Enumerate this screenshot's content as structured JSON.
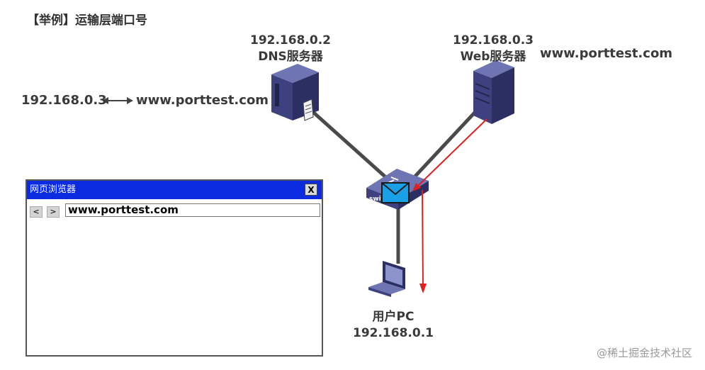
{
  "title": "【举例】运输层端口号",
  "dns_server": {
    "ip": "192.168.0.2",
    "name": "DNS服务器"
  },
  "web_server": {
    "ip": "192.168.0.3",
    "name": "Web服务器",
    "domain": "www.porttest.com"
  },
  "dns_record": {
    "ip": "192.168.0.3",
    "domain": "www.porttest.com"
  },
  "switch_label": "switch",
  "pc": {
    "name": "用户PC",
    "ip": "192.168.0.1"
  },
  "browser": {
    "title": "网页浏览器",
    "close": "X",
    "back": "<",
    "forward": ">",
    "address": "www.porttest.com"
  },
  "watermark": "@稀土掘金技术社区",
  "colors": {
    "browser_bar": "#0a2be0",
    "arrow": "#e02020",
    "envelope": "#1aa0e6"
  }
}
